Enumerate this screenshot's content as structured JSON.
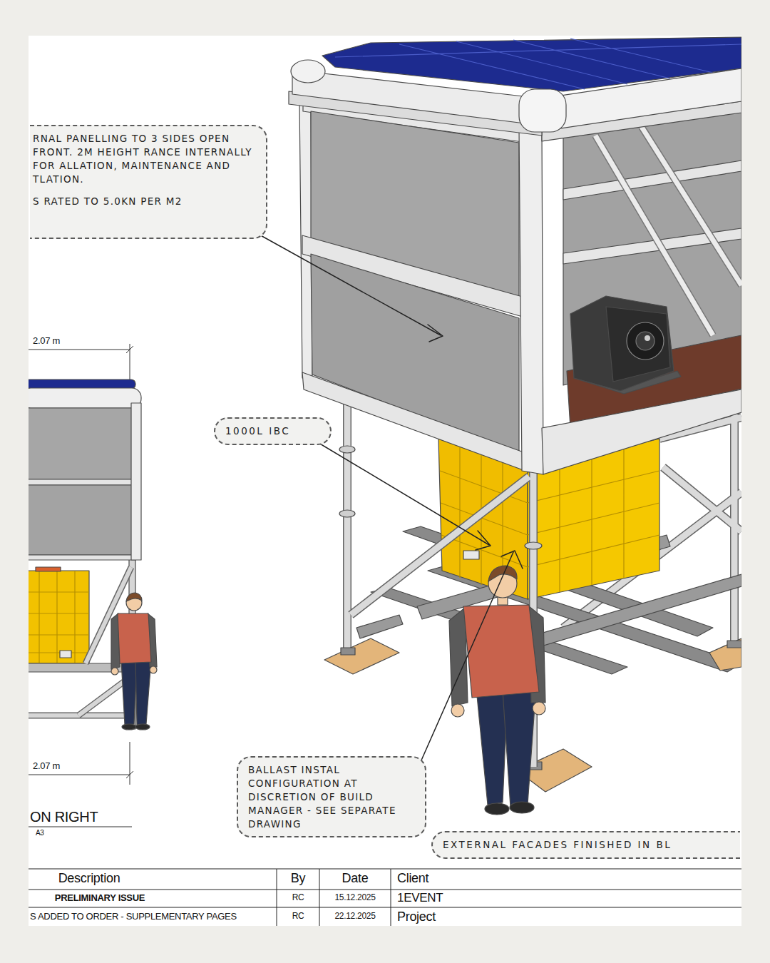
{
  "diagram": {
    "nodes": [
      {
        "text": [
          "RNAL PANELLING TO 3 SIDES OPEN FRONT. 2M HEIGHT RANCE INTERNALLY FOR ALLATION, MAINTENANCE AND TLATION.",
          "S RATED TO 5.0KN PER M2"
        ]
      },
      {
        "text": [
          "1000L IBC"
        ]
      },
      {
        "text": [
          "BALLAST INSTAL CONFIGURATION AT DISCRETION OF BUILD MANAGER - SEE SEPARATE DRAWING"
        ]
      },
      {
        "text": [
          "EXTERNAL FACADES FINISHED IN BL"
        ]
      }
    ],
    "labels": [
      "2.07 m",
      "2.07 m",
      "ON RIGHT",
      "A3",
      "Description",
      "By",
      "Date",
      "Client",
      "PRELIMINARY ISSUE",
      "RC",
      "15.12.2025",
      "1EVENT",
      "S ADDED TO ORDER - SUPPLEMENTARY PAGES",
      "RC",
      "22.12.2025",
      "Project"
    ]
  }
}
